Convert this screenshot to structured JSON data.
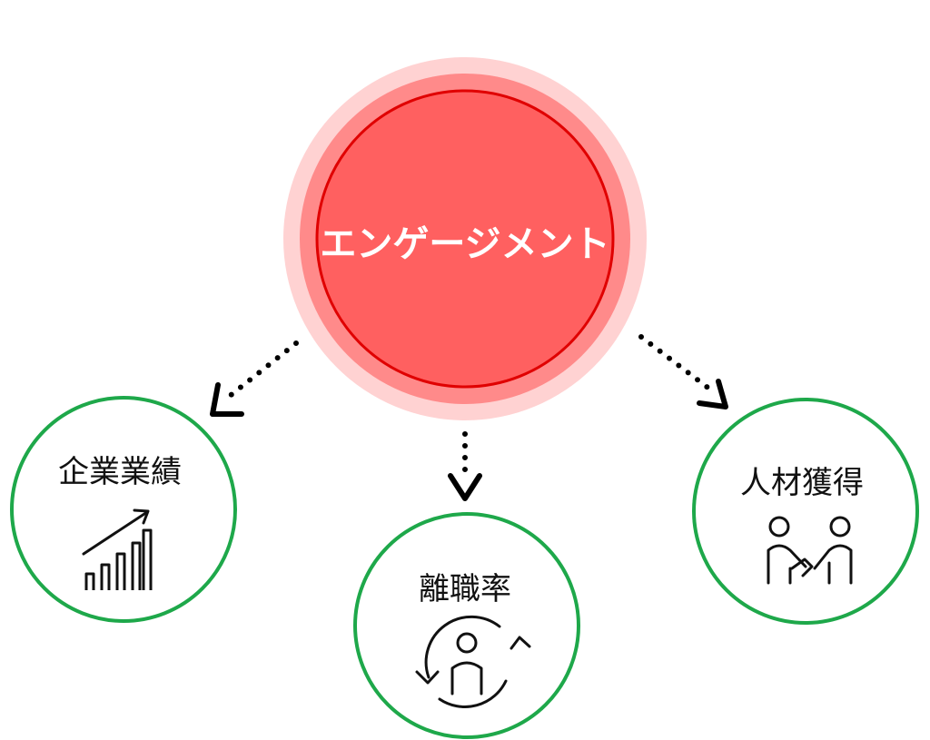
{
  "center": {
    "label": "エンゲージメント",
    "fill_color": "#ff6060",
    "ring_inner_color": "#ff8a8a",
    "ring_outer_color": "#ffd2d2",
    "stroke_color": "#e00000"
  },
  "nodes": [
    {
      "label": "企業業績",
      "icon": "bar-chart-growth-icon"
    },
    {
      "label": "離職率",
      "icon": "person-cycle-icon"
    },
    {
      "label": "人材獲得",
      "icon": "handshake-people-icon"
    }
  ],
  "node_border_color": "#1ea84a",
  "arrow_color": "#000000",
  "text_color": "#111111",
  "center_text_color": "#ffffff"
}
